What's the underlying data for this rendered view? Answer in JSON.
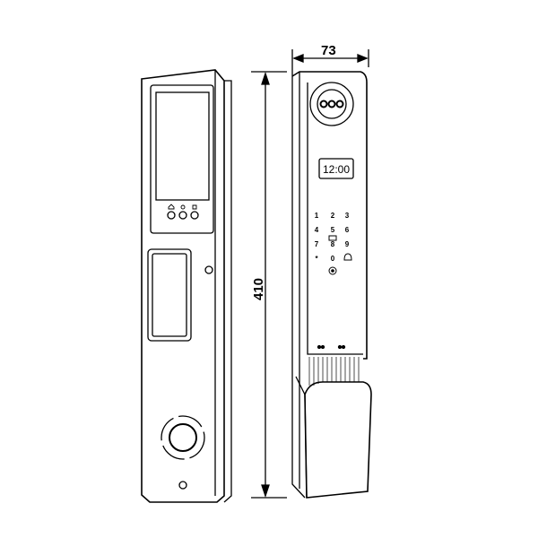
{
  "dimensions": {
    "width_label": "73",
    "height_label": "410"
  },
  "display": {
    "time": "12:00"
  },
  "keypad": {
    "keys": [
      "1",
      "2",
      "3",
      "4",
      "5",
      "6",
      "7",
      "8",
      "9",
      "*",
      "0"
    ]
  }
}
